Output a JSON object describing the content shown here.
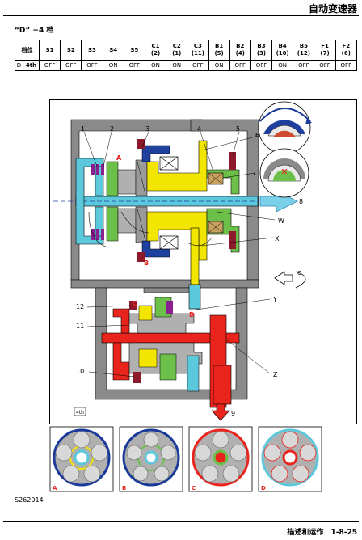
{
  "header": {
    "title": "自动变速器"
  },
  "section": {
    "title": "“D” −4 档"
  },
  "table": {
    "headers": [
      {
        "label": "档位",
        "sub": ""
      },
      {
        "label": "S1",
        "sub": ""
      },
      {
        "label": "S2",
        "sub": ""
      },
      {
        "label": "S3",
        "sub": ""
      },
      {
        "label": "S4",
        "sub": ""
      },
      {
        "label": "S5",
        "sub": ""
      },
      {
        "label": "C1",
        "sub": "(2)"
      },
      {
        "label": "C2",
        "sub": "(1)"
      },
      {
        "label": "C3",
        "sub": "(11)"
      },
      {
        "label": "B1",
        "sub": "(5)"
      },
      {
        "label": "B2",
        "sub": "(4)"
      },
      {
        "label": "B3",
        "sub": "(3)"
      },
      {
        "label": "B4",
        "sub": "(10)"
      },
      {
        "label": "B5",
        "sub": "(12)"
      },
      {
        "label": "F1",
        "sub": "(7)"
      },
      {
        "label": "F2",
        "sub": "(6)"
      }
    ],
    "row": [
      "D",
      "4th",
      "OFF",
      "OFF",
      "OFF",
      "ON",
      "OFF",
      "ON",
      "ON",
      "OFF",
      "ON",
      "OFF",
      "OFF",
      "ON",
      "OFF",
      "OFF",
      "OFF"
    ]
  },
  "diagram": {
    "callouts_top": [
      "1",
      "2",
      "3",
      "4",
      "5"
    ],
    "callouts_right": [
      "6",
      "7",
      "8",
      "W",
      "X",
      "Y",
      "Z"
    ],
    "callouts_left": [
      "12",
      "11",
      "10"
    ],
    "output_label": "9",
    "gear_box_label": "4th",
    "planet_letters": [
      "A",
      "B",
      "C",
      "D"
    ],
    "colors": {
      "gray": "#8a8a8a",
      "cyan": "#5bc8dc",
      "yellow": "#f2e600",
      "green": "#6cc04a",
      "red": "#e8241c",
      "blue": "#2040a0",
      "purple": "#8a2090",
      "darkred": "#8c1a2a",
      "arrow": "#7ad0e8"
    }
  },
  "figure_code": "S262014",
  "footer": {
    "section": "描述和运作",
    "page": "1-8-25"
  }
}
